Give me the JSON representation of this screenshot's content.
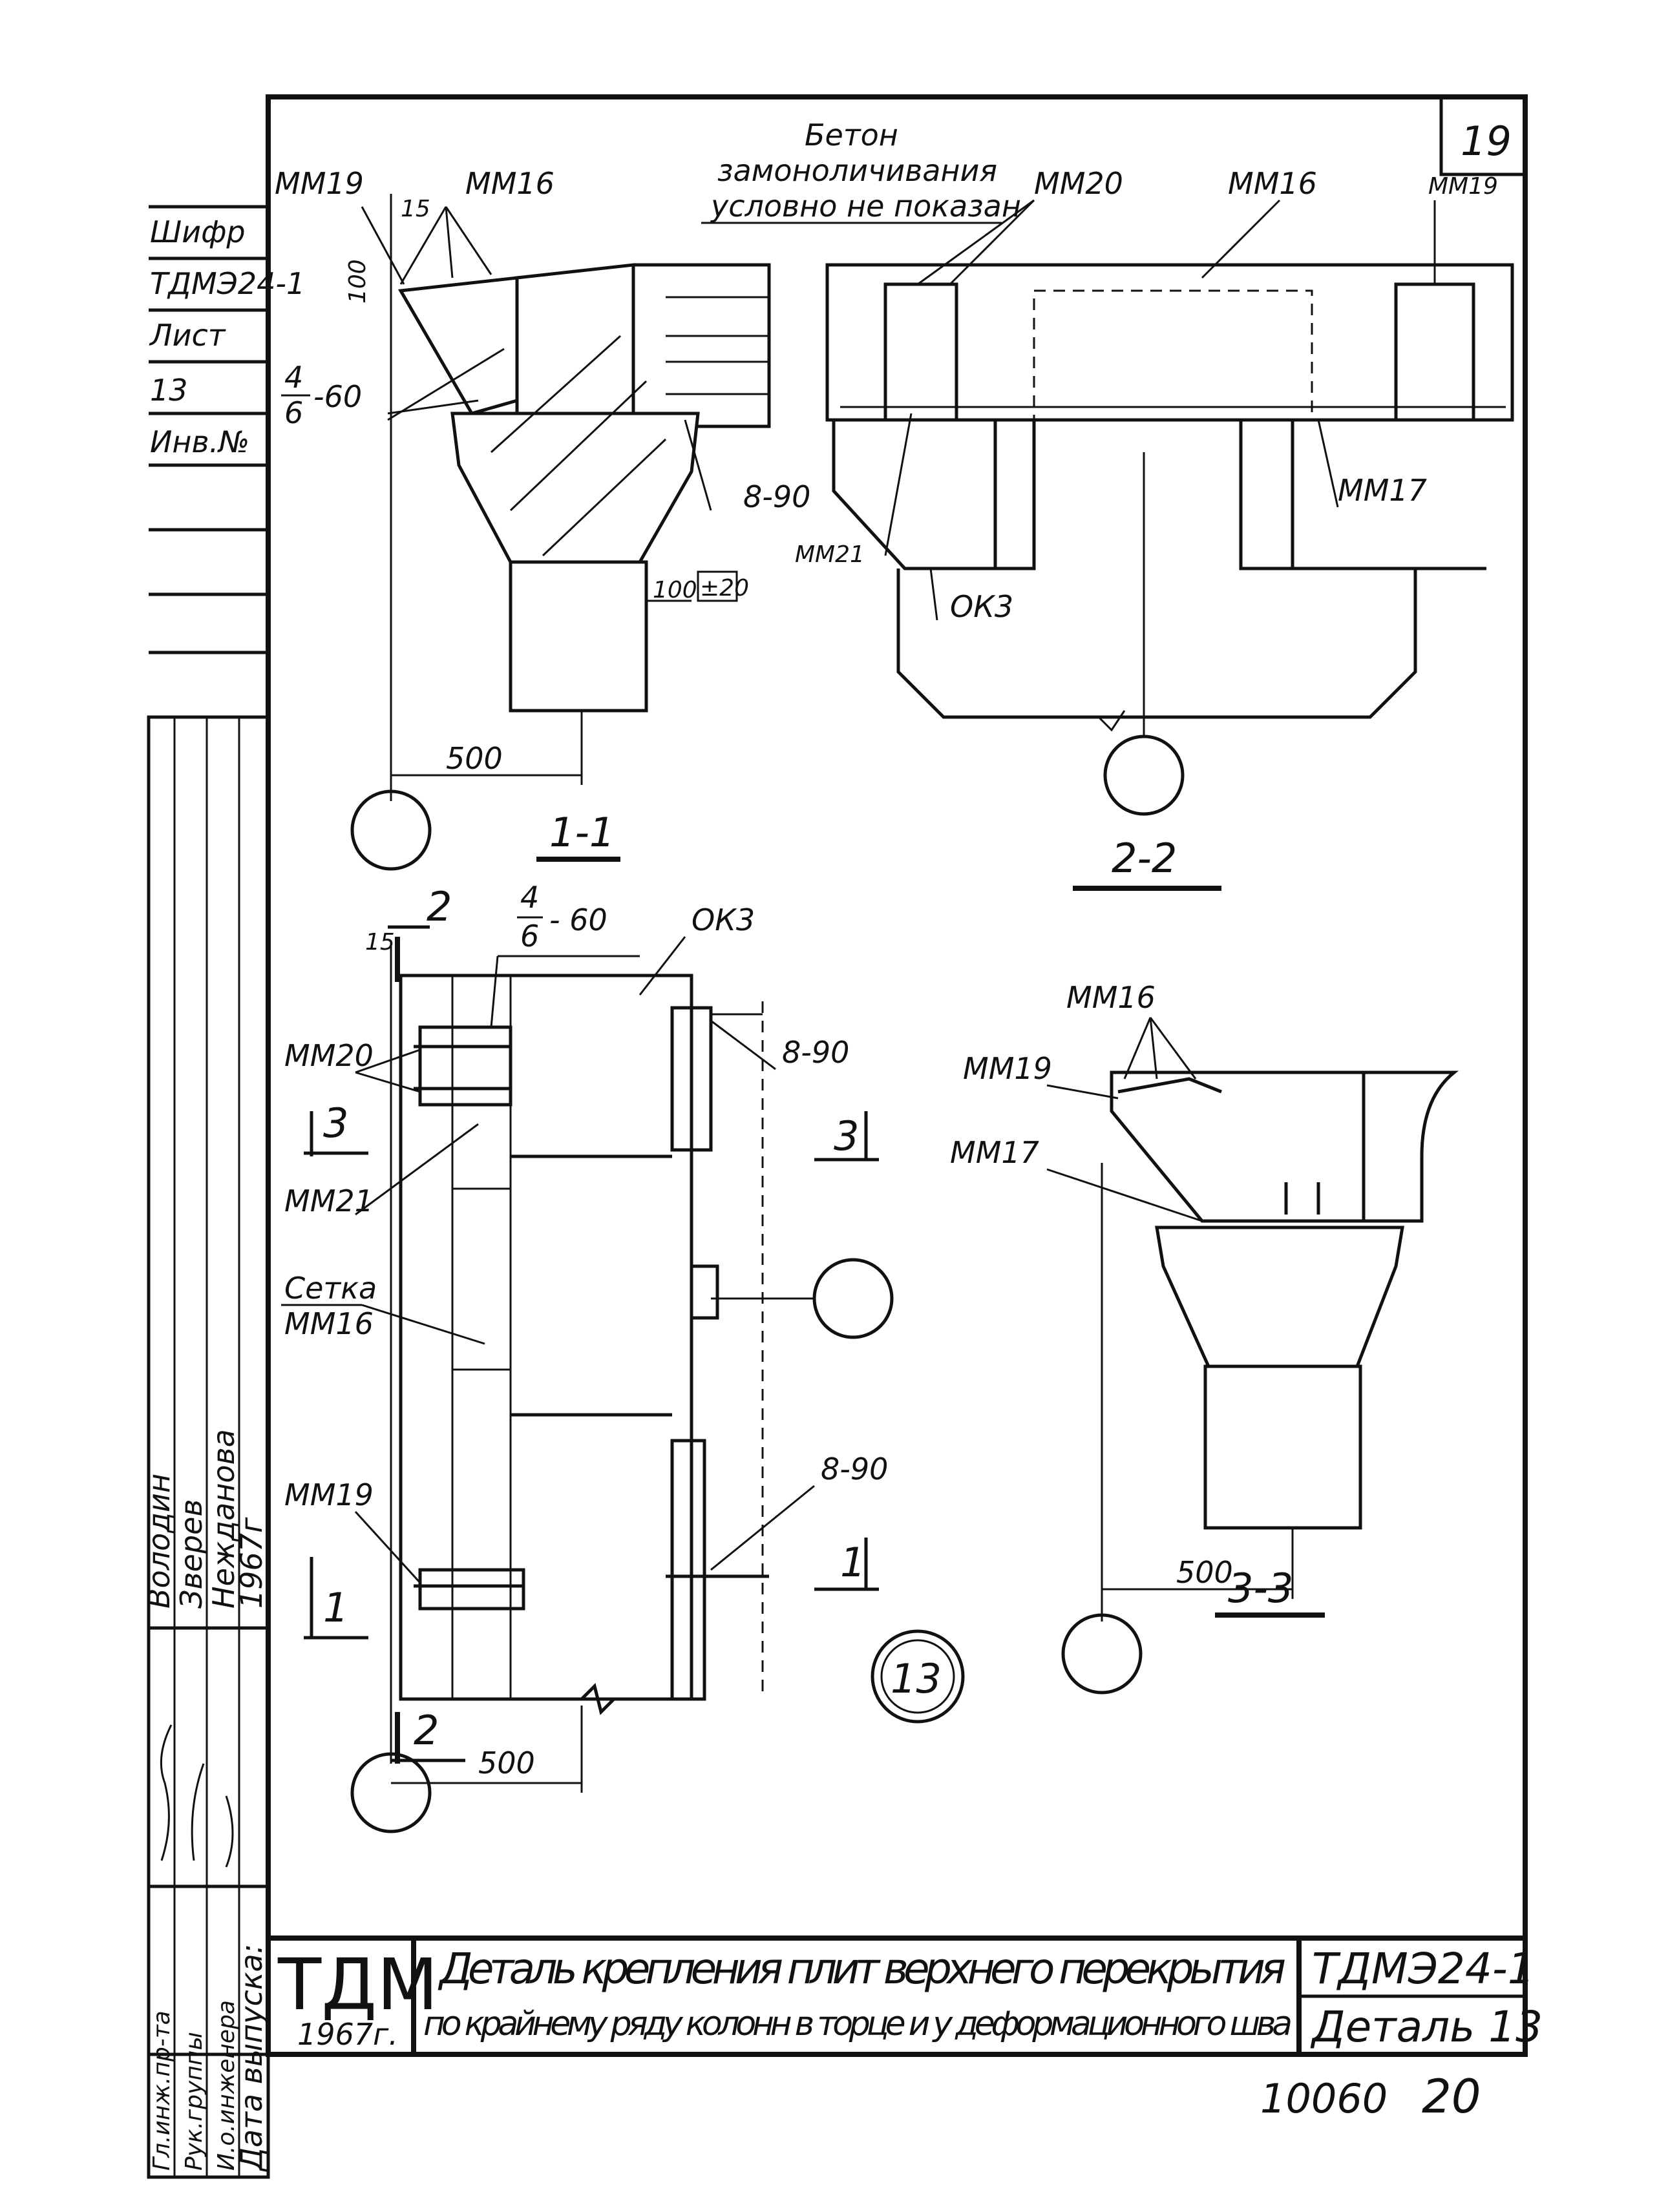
{
  "sheet": {
    "number": "19",
    "bottom_number": "10060",
    "bottom_page": "20"
  },
  "left_stamp": {
    "cells": [
      "Шифр",
      "ТДМЭ24-1",
      "Лист",
      "13",
      "Инв.№"
    ]
  },
  "signatures": {
    "rows": [
      {
        "role": "Гл.инж.пр-та",
        "name": "Володин"
      },
      {
        "role": "Рук.группы",
        "name": "Зверев"
      },
      {
        "role": "И.о.инженера",
        "name": "Нежданова"
      },
      {
        "role": "Дата выпуска:",
        "name": "1967г"
      }
    ]
  },
  "title_block": {
    "org": "ТДМ",
    "year": "1967г.",
    "title_line1": "Деталь крепления плит верхнего перекрытия",
    "title_line2": "по крайнему ряду колонн в торце и у деформационного шва",
    "code": "ТДМЭ24-1",
    "detail": "Деталь 13"
  },
  "section_11": {
    "title": "1-1",
    "labels": {
      "mm19": "ММ19",
      "mm16": "ММ16",
      "d15": "15",
      "d100": "100",
      "frac_num": "4",
      "frac_den": "6",
      "frac_rest": "-60",
      "weld": "8-90",
      "d100b": "100",
      "pm20": "±20",
      "d500": "500"
    }
  },
  "section_22": {
    "title": "2-2",
    "labels": {
      "beton1": "Бетон",
      "beton2": "замоноличивания",
      "beton3": "условно не показан",
      "mm20": "ММ20",
      "mm16": "ММ16",
      "mm19": "ММ19",
      "mm17": "ММ17",
      "mm21": "ММ21",
      "ok3": "ОК3"
    }
  },
  "plan": {
    "labels": {
      "cut2": "2",
      "d15": "15",
      "frac_num": "4",
      "frac_den": "6",
      "frac_rest": "- 60",
      "ok3": "ОК3",
      "weld1": "8-90",
      "mm20": "ММ20",
      "cut3": "3",
      "mm21": "ММ21",
      "setka": "Сетка",
      "setka_mm": "ММ16",
      "weld2": "8-90",
      "mm19": "ММ19",
      "cut1": "1",
      "cut2b": "2",
      "d500": "500",
      "detail_no": "13"
    }
  },
  "section_33": {
    "title": "3-3",
    "labels": {
      "mm16": "ММ16",
      "mm19": "ММ19",
      "mm17": "ММ17",
      "d500": "500"
    }
  }
}
